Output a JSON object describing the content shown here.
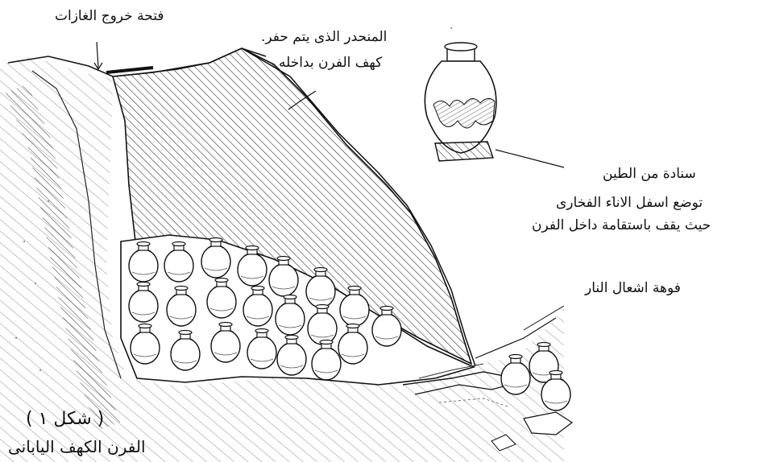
{
  "labels": {
    "gas_opening": "فتحة خروج الغازات",
    "slope_line1": "المنحدر الذى يتم حفر.",
    "slope_line2": "كهف الفرن بداخله",
    "clay_stand": "سنادة من الطين",
    "stand_desc_line1": "توضع اسفل الاناء الفخارى",
    "stand_desc_line2": "حيث يقف باستقامة داخل الفرن",
    "firing_mouth": "فوهة اشعال النار"
  },
  "caption": {
    "figure_number": "( شكل ١ )",
    "title": "الفرن الكهف اليابانى"
  },
  "colors": {
    "ink": "#111111",
    "paper": "#ffffff"
  }
}
